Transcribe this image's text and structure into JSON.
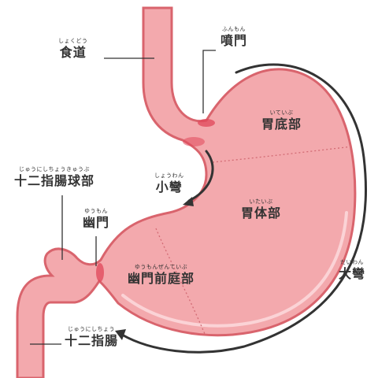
{
  "labels": {
    "esophagus": {
      "text": "食道",
      "ruby": "しょくどう"
    },
    "cardia": {
      "text": "噴門",
      "ruby": "ふんもん"
    },
    "fundus": {
      "text": "胃底部",
      "ruby": "いていぶ"
    },
    "duodenal_bulb": {
      "text": "十二指腸球部",
      "ruby": "じゅうにしちょうきゅうぶ"
    },
    "lesser_curv": {
      "text": "小彎",
      "ruby": "しょうわん"
    },
    "body": {
      "text": "胃体部",
      "ruby": "いたいぶ"
    },
    "pylorus": {
      "text": "幽門",
      "ruby": "ゆうもん"
    },
    "greater_curv": {
      "text": "大彎",
      "ruby": "だいわん"
    },
    "antrum": {
      "text": "幽門前庭部",
      "ruby": "ゆうもんぜんていぶ"
    },
    "duodenum": {
      "text": "十二指腸",
      "ruby": "じゅうにしちょう"
    }
  },
  "colors": {
    "stomach_fill": "#f3a9ad",
    "stomach_outline": "#d9646d",
    "inner_highlight": "#fbd3d6",
    "sphincter": "#e0475a",
    "arrow": "#333333",
    "divider": "#d26b74"
  }
}
